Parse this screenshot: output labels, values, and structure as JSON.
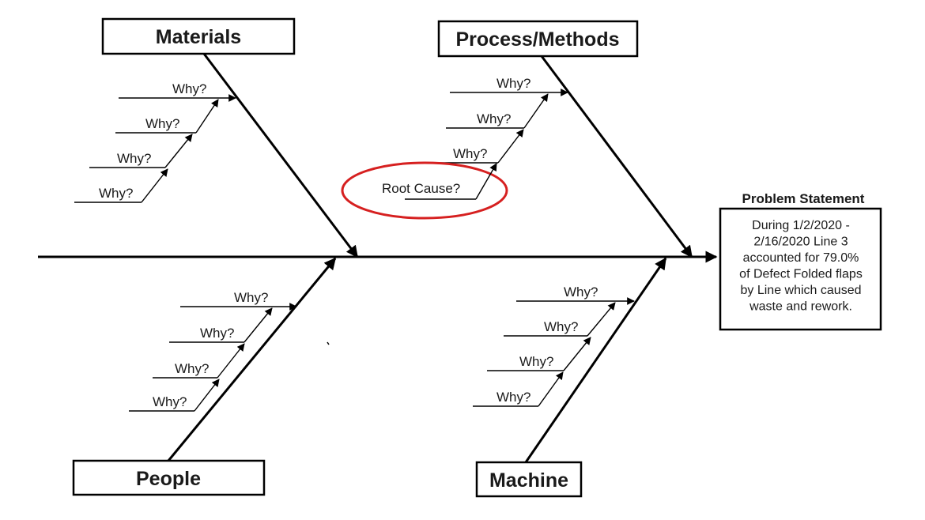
{
  "categories": {
    "materials": "Materials",
    "process": "Process/Methods",
    "people": "People",
    "machine": "Machine"
  },
  "why_label": "Why?",
  "root_cause_label": "Root Cause?",
  "problem_statement": {
    "title": "Problem Statement",
    "lines": [
      "During 1/2/2020 -",
      "2/16/2020 Line 3",
      "accounted for 79.0%",
      "of Defect Folded flaps",
      "by Line  which caused",
      "waste and rework."
    ]
  },
  "colors": {
    "line": "#000000",
    "highlight_ellipse": "#d62020",
    "background": "#ffffff"
  }
}
